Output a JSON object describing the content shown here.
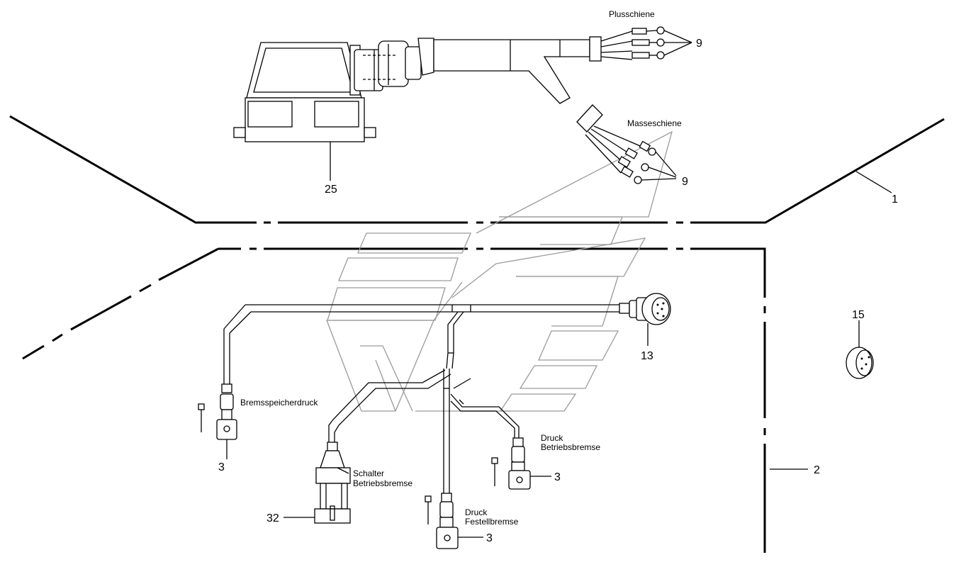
{
  "labels": {
    "plusschiene": "Plusschiene",
    "masseschiene": "Masseschiene",
    "bremsspeicherdruck": "Bremsspeicherdruck",
    "druck_betriebsbremse_1": "Druck",
    "druck_betriebsbremse_2": "Betriebsbremse",
    "schalter_betriebsbremse_1": "Schalter",
    "schalter_betriebsbremse_2": "Betriebsbremse",
    "druck_festellbremse_1": "Druck",
    "druck_festellbremse_2": "Festellbremse"
  },
  "callouts": {
    "c1": "1",
    "c2": "2",
    "c3a": "3",
    "c3b": "3",
    "c3c": "3",
    "c9a": "9",
    "c9b": "9",
    "c13": "13",
    "c15": "15",
    "c25": "25",
    "c32": "32"
  }
}
